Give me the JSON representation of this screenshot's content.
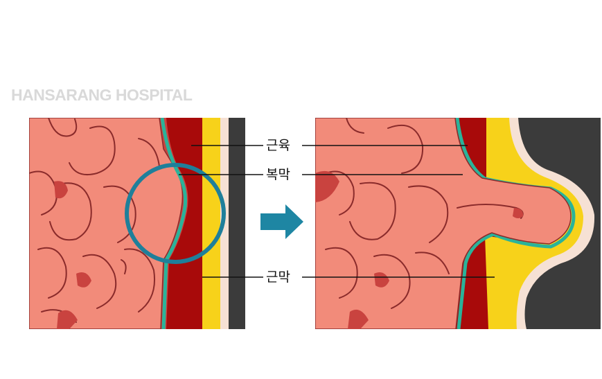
{
  "watermark": "HANSARANG HOSPITAL",
  "labels": {
    "muscle": "근육",
    "peritoneum": "복막",
    "fascia": "근막"
  },
  "colors": {
    "intestine": "#f28b7a",
    "intestine_dark": "#c9433f",
    "intestine_outline": "#8a2b2b",
    "muscle": "#a80a0a",
    "peritoneum": "#2ab39a",
    "fascia": "#f7d21a",
    "skin": "#f6e1d4",
    "outer": "#3b3b3b",
    "arrow": "#1e86a3",
    "highlight_circle": "#1f7f9a"
  }
}
